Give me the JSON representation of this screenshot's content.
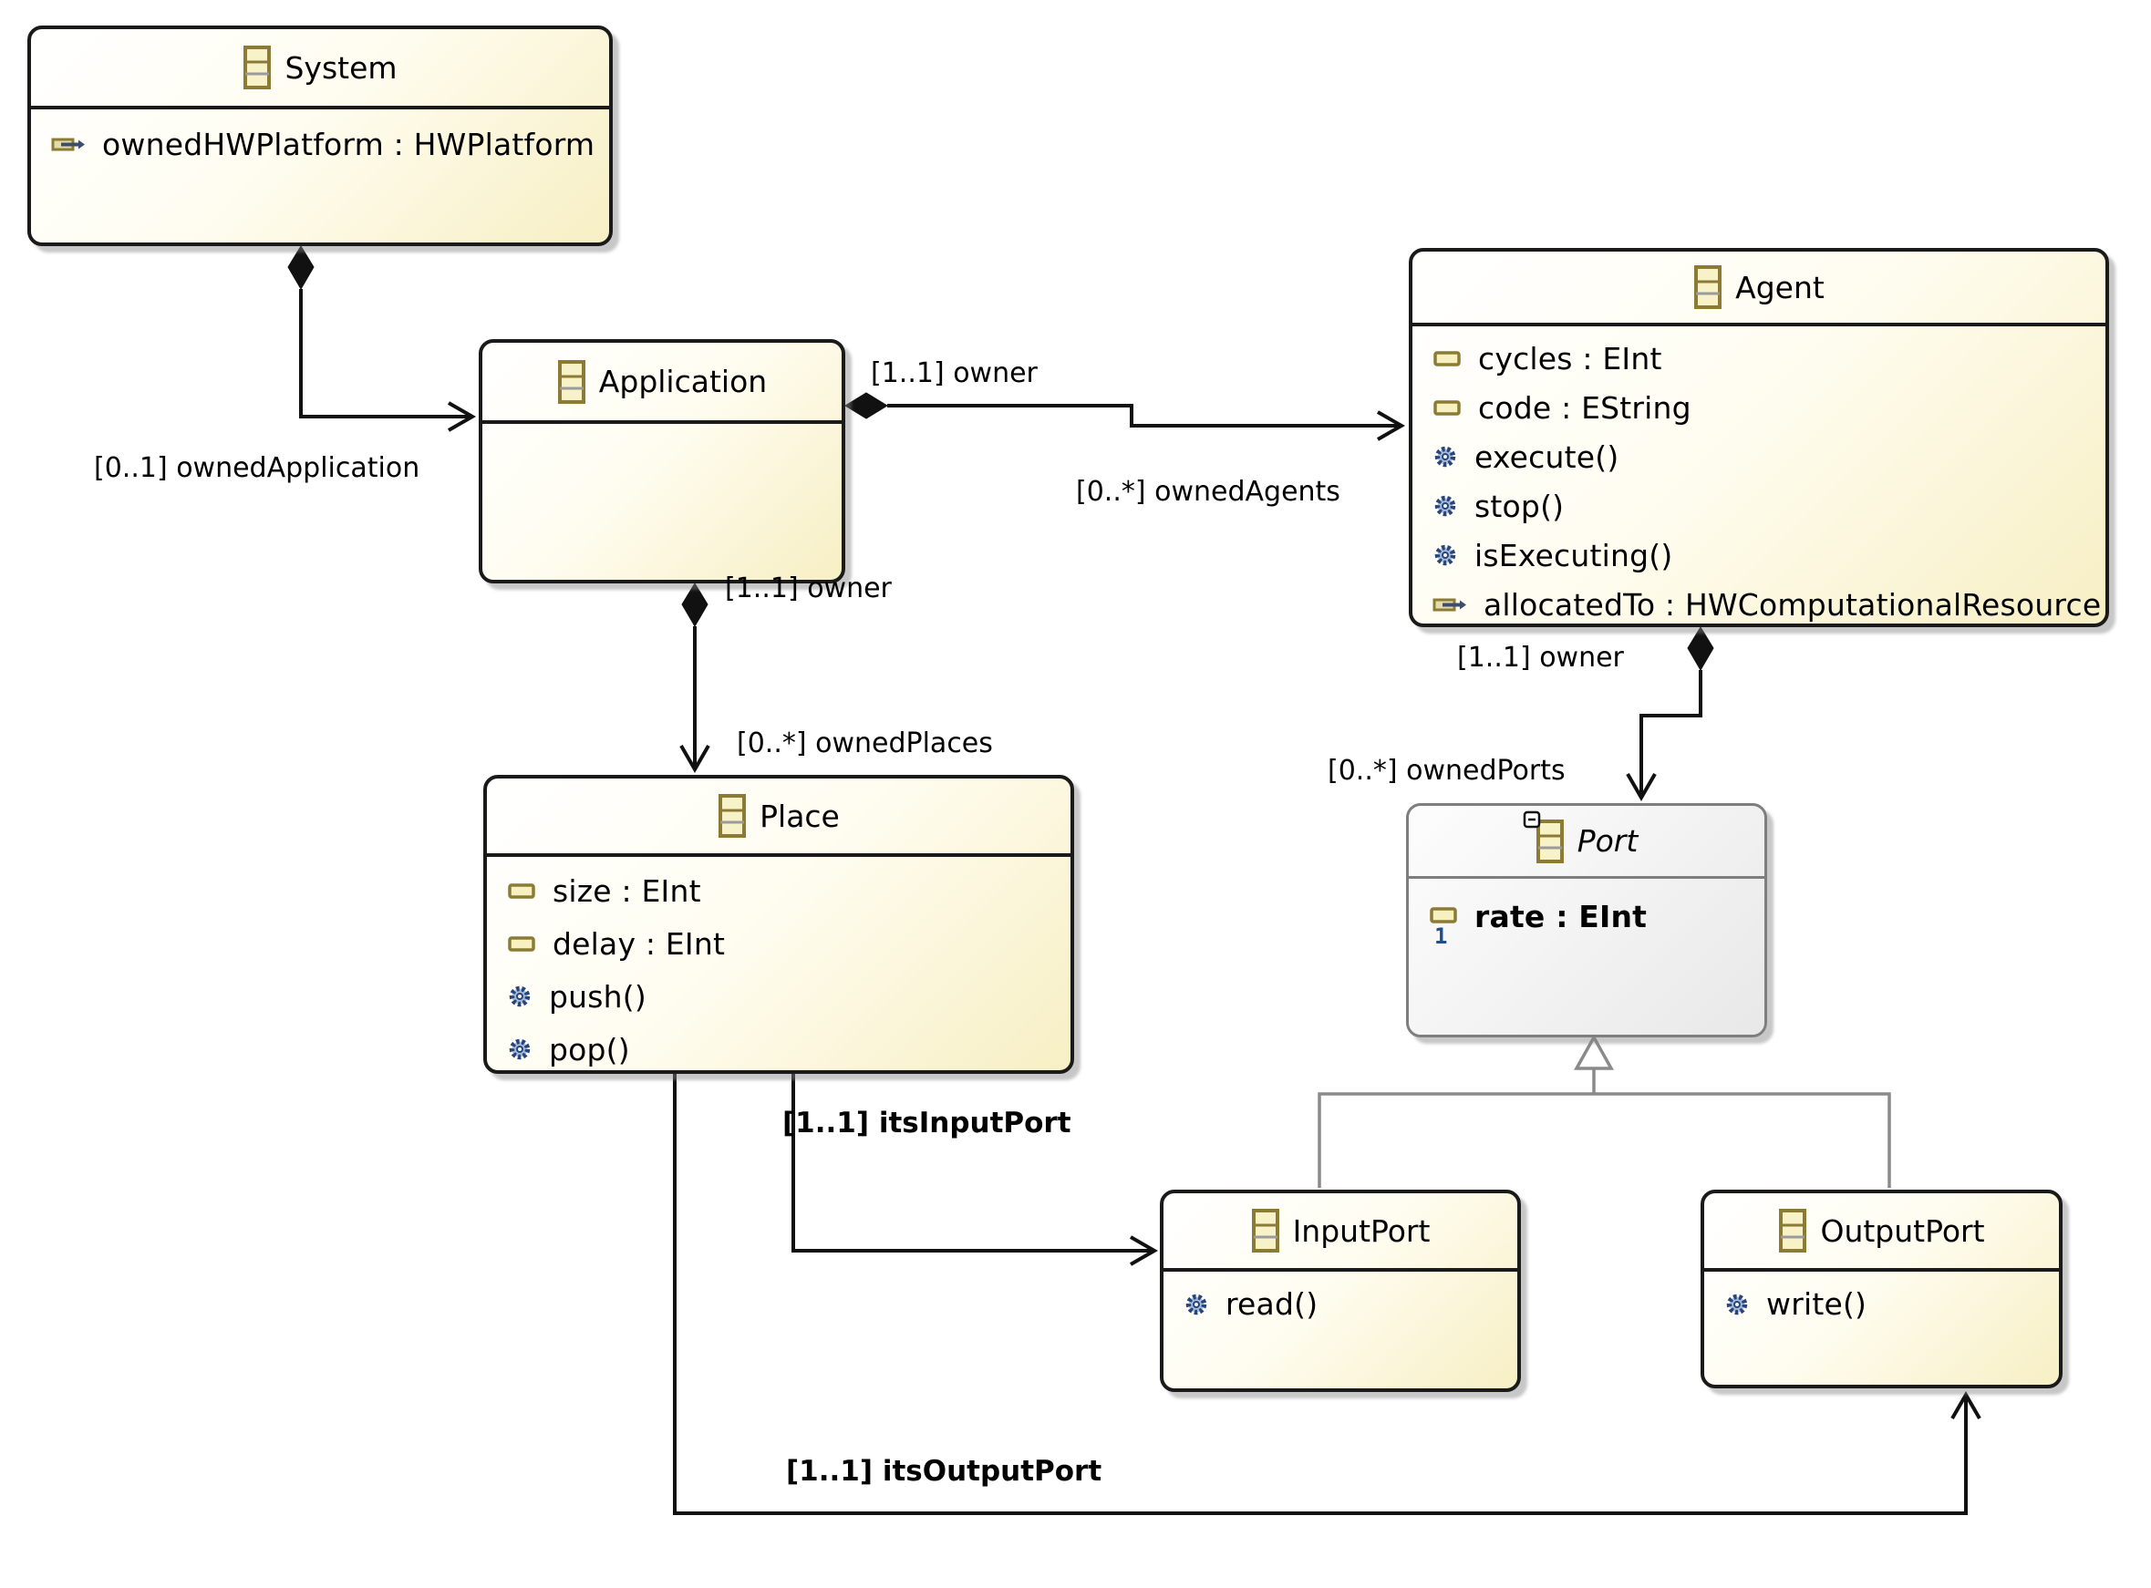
{
  "classes": {
    "system": {
      "title": "System",
      "members": [
        {
          "icon": "reference-icon",
          "text": "ownedHWPlatform : HWPlatform"
        }
      ]
    },
    "application": {
      "title": "Application",
      "members": []
    },
    "agent": {
      "title": "Agent",
      "members": [
        {
          "icon": "attribute-icon",
          "text": "cycles : EInt"
        },
        {
          "icon": "attribute-icon",
          "text": "code : EString"
        },
        {
          "icon": "operation-icon",
          "text": "execute()"
        },
        {
          "icon": "operation-icon",
          "text": "stop()"
        },
        {
          "icon": "operation-icon",
          "text": "isExecuting()"
        },
        {
          "icon": "reference-icon",
          "text": "allocatedTo : HWComputationalResource"
        }
      ]
    },
    "place": {
      "title": "Place",
      "members": [
        {
          "icon": "attribute-icon",
          "text": "size : EInt"
        },
        {
          "icon": "attribute-icon",
          "text": "delay : EInt"
        },
        {
          "icon": "operation-icon",
          "text": "push()"
        },
        {
          "icon": "operation-icon",
          "text": "pop()"
        }
      ]
    },
    "port": {
      "title": "Port",
      "abstract": true,
      "members": [
        {
          "icon": "attribute-icon",
          "badge": "1",
          "text": "rate : EInt"
        }
      ]
    },
    "inputport": {
      "title": "InputPort",
      "members": [
        {
          "icon": "operation-icon",
          "text": "read()"
        }
      ]
    },
    "outputport": {
      "title": "OutputPort",
      "members": [
        {
          "icon": "operation-icon",
          "text": "write()"
        }
      ]
    }
  },
  "edges": {
    "system_application": {
      "type": "composition",
      "label": "[0..1] ownedApplication"
    },
    "application_agent": {
      "type": "composition",
      "source_label": "[1..1] owner",
      "target_label": "[0..*] ownedAgents"
    },
    "application_place": {
      "type": "composition",
      "source_label": "[1..1] owner",
      "target_label": "[0..*] ownedPlaces"
    },
    "agent_port": {
      "type": "composition",
      "source_label": "[1..1] owner",
      "target_label": "[0..*] ownedPorts"
    },
    "place_inputport": {
      "type": "association",
      "label": "[1..1] itsInputPort"
    },
    "place_outputport": {
      "type": "association",
      "label": "[1..1] itsOutputPort"
    },
    "inputport_port": {
      "type": "generalization"
    },
    "outputport_port": {
      "type": "generalization"
    }
  },
  "colors": {
    "class_fill_light": "#fffdf1",
    "class_fill_dark": "#f7efc4",
    "class_border": "#1a1a1a",
    "abstract_fill": "#ececec",
    "abstract_border": "#7e7e7e",
    "icon_olive": "#8c7b35",
    "icon_fill": "#f8f2c8",
    "operation_blue": "#27457a",
    "reference_arrow": "#3d4e6b",
    "multiplicity_badge_blue": "#1f4e8c",
    "edge_black": "#111111",
    "generalization_gray": "#8a8a8a"
  }
}
